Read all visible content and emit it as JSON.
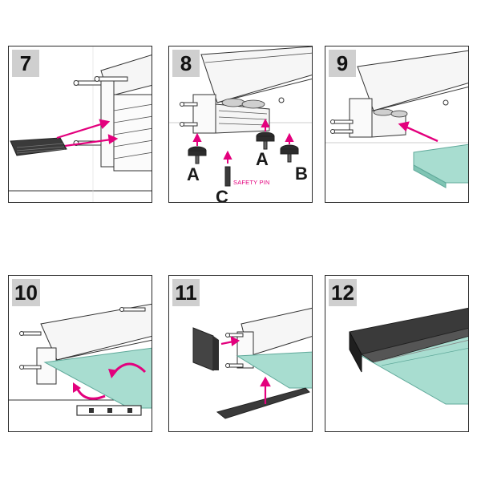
{
  "steps": [
    {
      "number": "7"
    },
    {
      "number": "8",
      "labels": {
        "a1": "A",
        "a2": "A",
        "b": "B",
        "c": "C",
        "pin": "SAFETY PIN"
      }
    },
    {
      "number": "9"
    },
    {
      "number": "10"
    },
    {
      "number": "11"
    },
    {
      "number": "12"
    }
  ],
  "colors": {
    "arrow": "#e3007d",
    "glass": "#a8ddd0",
    "glass_edge": "#5fa99a",
    "profile_dark": "#2f2f2f",
    "line": "#333333",
    "badge_bg": "#cfcfcf"
  }
}
